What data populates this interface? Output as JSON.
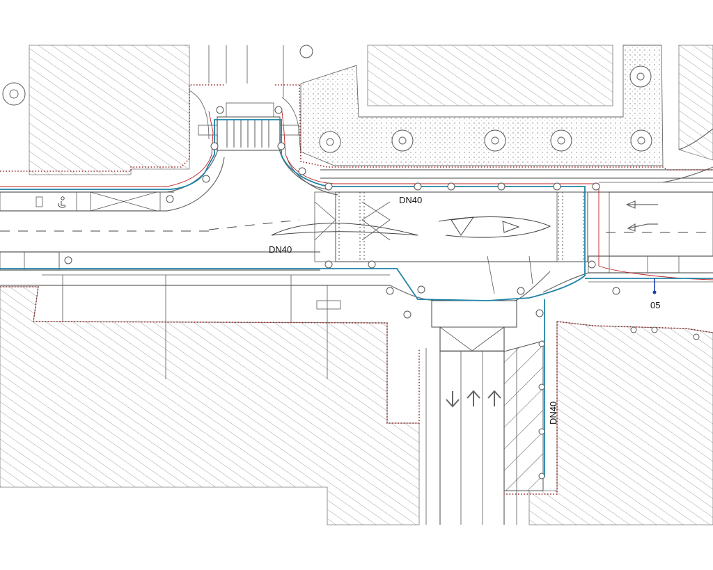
{
  "labels": {
    "dn40_upper": "DN40",
    "dn40_lower": "DN40",
    "dn40_vertical": "DN40",
    "node_05": "05"
  },
  "colors": {
    "pipe": "#1f84a8",
    "cable": "#c02020",
    "boundary": "#9a2a2a",
    "hatch": "#8a8a8a"
  },
  "icons": {
    "lane_arrows": [
      "arrow-down-icon",
      "arrow-up-icon",
      "arrow-up-icon"
    ],
    "road_arrow": "arrow-left-icon",
    "wheelchair": "accessible-parking-icon"
  }
}
